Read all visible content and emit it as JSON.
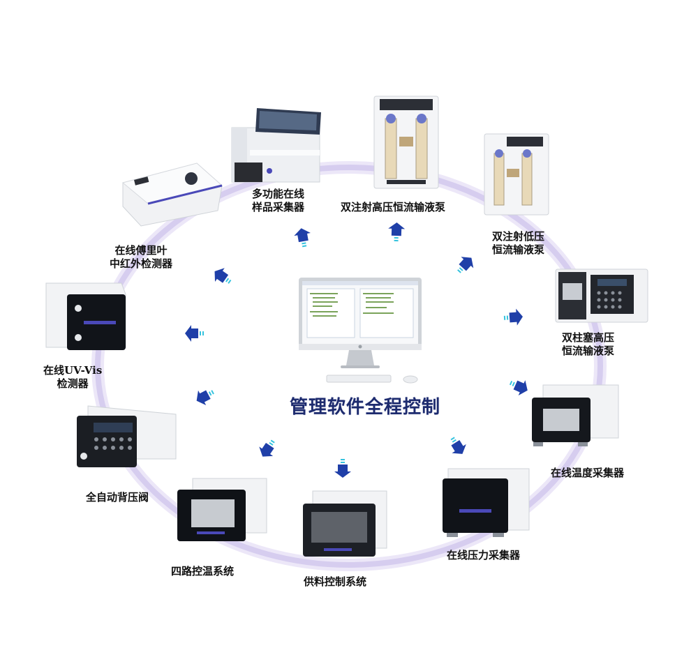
{
  "center": {
    "title": "管理软件全程控制",
    "computer_icon": "desktop-computer-icon"
  },
  "devices": [
    {
      "id": "sample-collector",
      "lines": [
        "多功能在线",
        "样品采集器"
      ],
      "icon": "sample-collector-icon"
    },
    {
      "id": "dual-high-pump",
      "lines": [
        "双注射高压恒流输液泵"
      ],
      "icon": "dual-syringe-pump-icon"
    },
    {
      "id": "dual-low-pump",
      "lines": [
        "双注射低压",
        "恒流输液泵"
      ],
      "icon": "dual-syringe-pump-icon"
    },
    {
      "id": "plunger-pump",
      "lines": [
        "双柱塞高压",
        "恒流输液泵"
      ],
      "icon": "plunger-pump-icon"
    },
    {
      "id": "temp-collector",
      "lines": [
        "在线温度采集器"
      ],
      "icon": "temperature-collector-icon"
    },
    {
      "id": "pressure-collector",
      "lines": [
        "在线压力采集器"
      ],
      "icon": "pressure-collector-icon"
    },
    {
      "id": "feed-control",
      "lines": [
        "供料控制系统"
      ],
      "icon": "feed-control-icon"
    },
    {
      "id": "temp-control",
      "lines": [
        "四路控温系统"
      ],
      "icon": "temperature-control-icon"
    },
    {
      "id": "back-pressure-valve",
      "lines": [
        "全自动背压阀"
      ],
      "icon": "back-pressure-valve-icon"
    },
    {
      "id": "uv-vis",
      "lines": [
        "在线UV-Vis",
        "检测器"
      ],
      "icon": "uv-vis-detector-icon"
    },
    {
      "id": "ftir",
      "lines": [
        "在线傅里叶",
        "中红外检测器"
      ],
      "icon": "ftir-detector-icon"
    }
  ],
  "colors": {
    "ring": "#d9d1f0",
    "arrow": "#1f3fa8",
    "arrow_tail": "#35c3de",
    "device_body": "#f1f2f4",
    "screen": "#101318",
    "accent": "#4a49b8"
  }
}
